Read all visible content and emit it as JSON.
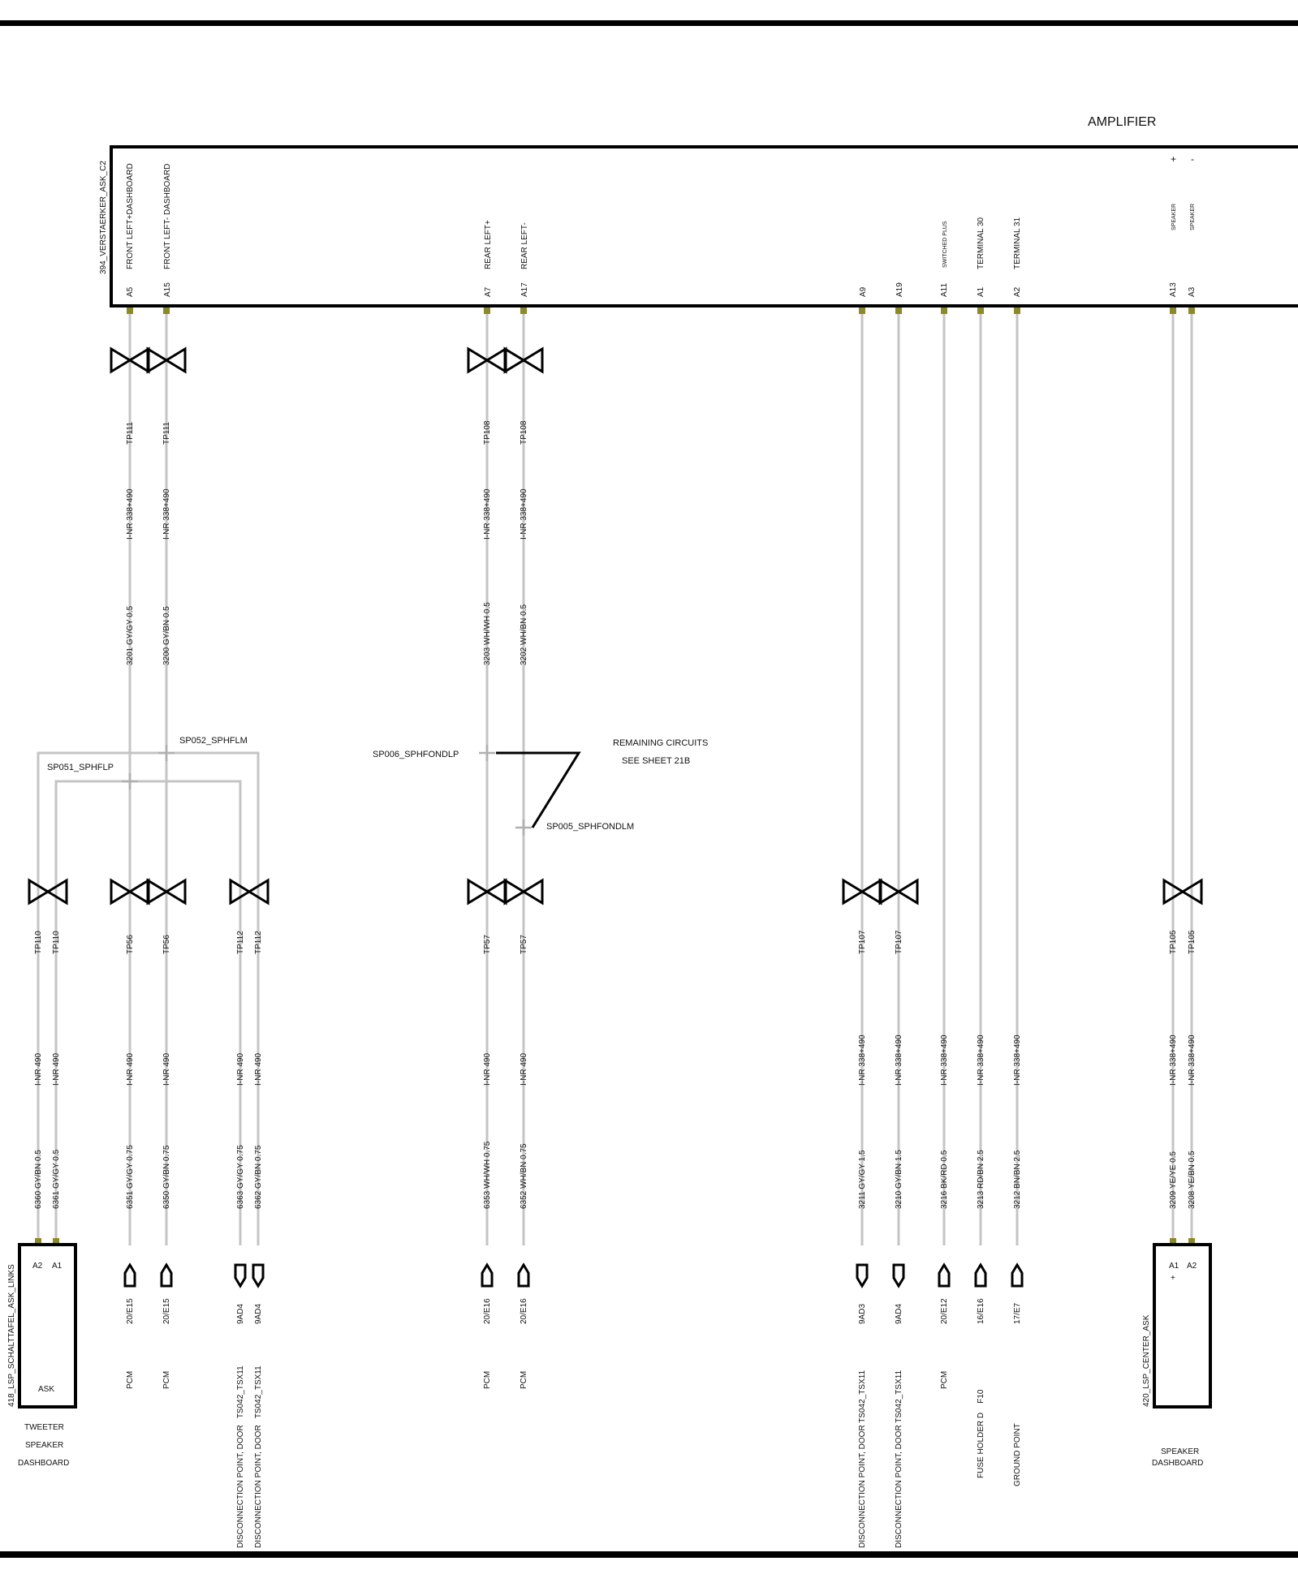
{
  "amplifier": {
    "title": "AMPLIFIER",
    "connector": "394_VERSTAERKER_ASK_C2",
    "plus_sign": "+",
    "minus_sign": "-"
  },
  "pins": [
    {
      "name": "FRONT LEFT+DASHBOARD",
      "pin": "A5",
      "tp_top": "TP111",
      "spec_top": "I-NR 338+490",
      "wire_top": "3201 GY/GY 0.5"
    },
    {
      "name": "FRONT LEFT- DASHBOARD",
      "pin": "A15",
      "tp_top": "TP111",
      "spec_top": "I-NR 338+490",
      "wire_top": "3200 GY/BN 0.5"
    },
    {
      "name": "REAR LEFT+",
      "pin": "A7",
      "tp_top": "TP108",
      "spec_top": "I-NR 338+490",
      "wire_top": "3203 WH/WH 0.5"
    },
    {
      "name": "REAR LEFT-",
      "pin": "A17",
      "tp_top": "TP108",
      "spec_top": "I-NR 338+490",
      "wire_top": "3202 WH/BN 0.5"
    },
    {
      "name": "",
      "pin": "A9"
    },
    {
      "name": "",
      "pin": "A19"
    },
    {
      "name": "SWITCHED PLUS",
      "pin": "A11"
    },
    {
      "name": "TERMINAL 30",
      "pin": "A1"
    },
    {
      "name": "TERMINAL 31",
      "pin": "A2"
    },
    {
      "name": "SPEAKER",
      "pin": "A13"
    },
    {
      "name": "SPEAKER",
      "pin": "A3"
    }
  ],
  "splices": {
    "sp052": "SP052_SPHFLM",
    "sp051": "SP051_SPHFLP",
    "sp006": "SP006_SPHFONDLP",
    "sp005": "SP005_SPHFONDLM"
  },
  "remaining": {
    "line1": "REMAINING CIRCUITS",
    "line2": "SEE SHEET 21B"
  },
  "lower_wires": [
    {
      "tp": "TP110",
      "spec": "I-NR 490",
      "wire": "6360 GY/BN 0.5"
    },
    {
      "tp": "TP110",
      "spec": "I-NR 490",
      "wire": "6361 GY/GY 0.5"
    },
    {
      "tp": "TP56",
      "spec": "I-NR 490",
      "wire": "6351 GY/GY 0.75",
      "loc": "20/E15",
      "dest": "PCM"
    },
    {
      "tp": "TP56",
      "spec": "I-NR 490",
      "wire": "6350 GY/BN 0.75",
      "loc": "20/E15",
      "dest": "PCM"
    },
    {
      "tp": "TP112",
      "spec": "I-NR 490",
      "wire": "6363 GY/GY 0.75",
      "loc": "9AD4",
      "dest": "DISCONNECTION POINT, DOOR   TS042_TSX11"
    },
    {
      "tp": "TP112",
      "spec": "I-NR 490",
      "wire": "6362 GY/BN 0.75",
      "loc": "9AD4",
      "dest": "DISCONNECTION POINT, DOOR   TS042_TSX11"
    },
    {
      "tp": "TP57",
      "spec": "I-NR 490",
      "wire": "6353 WH/WH 0.75",
      "loc": "20/E16",
      "dest": "PCM"
    },
    {
      "tp": "TP57",
      "spec": "I-NR 490",
      "wire": "6352 WH/BN 0.75",
      "loc": "20/E16",
      "dest": "PCM"
    },
    {
      "tp": "TP107",
      "spec": "I-NR 338+490",
      "wire": "3211 GY/GY 1.5",
      "loc": "9AD3",
      "dest": "DISCONNECTION POINT, DOOR TS042_TSX11"
    },
    {
      "tp": "TP107",
      "spec": "I-NR 338+490",
      "wire": "3210 GY/BN 1.5",
      "loc": "9AD4",
      "dest": "DISCONNECTION POINT, DOOR TS042_TSX11"
    },
    {
      "tp": "",
      "spec": "I-NR 338+490",
      "wire": "3216 BK/RD 0.5",
      "loc": "20/E12",
      "dest": "PCM"
    },
    {
      "tp": "",
      "spec": "I-NR 338+490",
      "wire": "3213 RD/BN 2.5",
      "loc": "16/E16",
      "dest": "FUSE HOLDER D    F10"
    },
    {
      "tp": "",
      "spec": "I-NR 338+490",
      "wire": "3212 BN/BN 2.5",
      "loc": "17/E7",
      "dest": "GROUND POINT"
    },
    {
      "tp": "TP105",
      "spec": "I-NR 338+490",
      "wire": "3209 YE/YE 0.5"
    },
    {
      "tp": "TP105",
      "spec": "I-NR 338+490",
      "wire": "3208 YE/BN 0.5"
    }
  ],
  "tweeter": {
    "connector": "418_LSP_SCHALTTAFEL_ASK_LINKS",
    "pin_a2": "A2",
    "pin_a1": "A1",
    "label": "ASK",
    "line1": "TWEETER",
    "line2": "SPEAKER",
    "line3": "DASHBOARD"
  },
  "center": {
    "connector": "420_LSP_CENTER_ASK",
    "pin_a1": "A1",
    "pin_a2": "A2",
    "plus": "+",
    "line1": "SPEAKER",
    "line2": "DASHBOARD"
  }
}
